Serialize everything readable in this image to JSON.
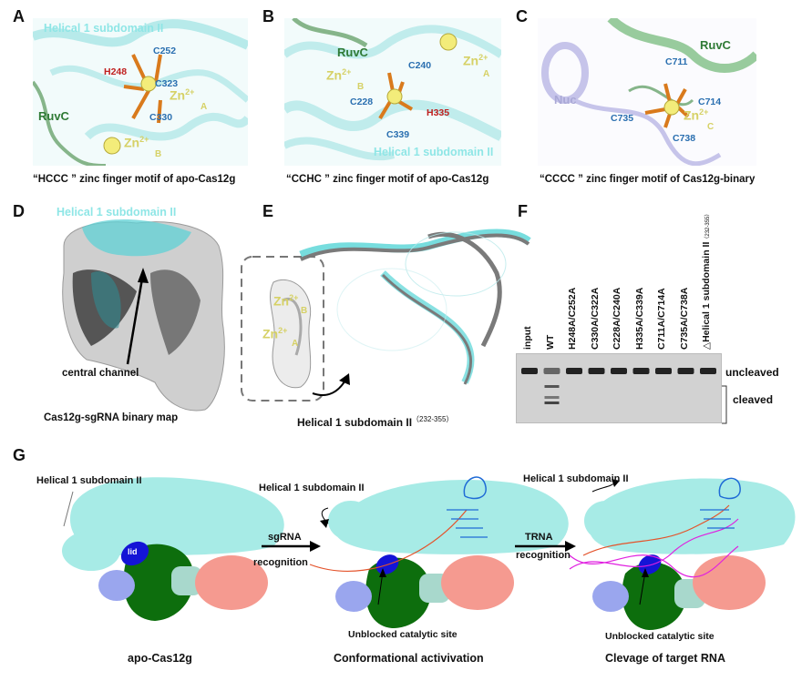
{
  "panels": {
    "A": {
      "letter": "A",
      "helical": "Helical 1 subdomain II",
      "ruvc": "RuvC",
      "residues": [
        "C252",
        "C323",
        "C330"
      ],
      "his": "H248",
      "zn_a": "Zn",
      "zn_a_charge": "2+",
      "zn_a_site": "A",
      "zn_b": "Zn",
      "zn_b_charge": "2+",
      "zn_b_site": "B",
      "caption": "“HCCC ” zinc finger motif of apo-Cas12g"
    },
    "B": {
      "letter": "B",
      "helical": "Helical 1 subdomain II",
      "ruvc": "RuvC",
      "residues": [
        "C240",
        "C228",
        "C339"
      ],
      "his": "H335",
      "zn_a": "Zn",
      "zn_a_charge": "2+",
      "zn_a_site": "A",
      "zn_b": "Zn",
      "zn_b_charge": "2+",
      "zn_b_site": "B",
      "caption": "“CCHC ” zinc finger motif of apo-Cas12g"
    },
    "C": {
      "letter": "C",
      "ruvc": "RuvC",
      "nuc": "Nuc",
      "residues": [
        "C711",
        "C714",
        "C735",
        "C738"
      ],
      "zn_c": "Zn",
      "zn_c_charge": "2+",
      "zn_c_site": "C",
      "caption": "“CCCC ” zinc finger motif of Cas12g-binary"
    },
    "D": {
      "letter": "D",
      "helical": "Helical 1 subdomain II",
      "channel": "central channel",
      "caption": "Cas12g-sgRNA binary map"
    },
    "E": {
      "letter": "E",
      "zn1": "Zn",
      "zn1_charge": "2+",
      "zn1_site": "B",
      "zn2": "Zn",
      "zn2_charge": "2+",
      "zn2_site": "A",
      "caption": "Helical 1 subdomain II",
      "caption_range": "（232-355）"
    },
    "F": {
      "letter": "F",
      "lanes": [
        "input",
        "WT",
        "H248A/C252A",
        "C330A/C322A",
        "C228A/C240A",
        "H335A/C339A",
        "C711A/C714A",
        "C735A/C738A",
        "△Helical 1 subdomain II"
      ],
      "deletion_range": "（232-355）",
      "uncleaved": "uncleaved",
      "cleaved": "cleaved"
    },
    "G": {
      "letter": "G",
      "helical_1": "Helical 1 subdomain II",
      "helical_2": "Helical 1 subdomain II",
      "helical_3": "Helical 1 subdomain II",
      "lid": "lid",
      "arrow1_top": "sgRNA",
      "arrow1_bottom": "recognition",
      "arrow2_top": "TRNA",
      "arrow2_bottom": "recognition",
      "site_1": "Unblocked catalytic site",
      "site_2": "Unblocked catalytic site",
      "state_1": "apo-Cas12g",
      "state_2": "Conformational activivation",
      "state_3": "Clevage of target RNA"
    }
  },
  "colors": {
    "helical": "#8fe6e6",
    "ruvc": "#2f7a35",
    "nuc": "#a9a8d6",
    "zinc": "#f3ec7a",
    "cys_label": "#2a6fb0",
    "his_label": "#c0201f",
    "sidechain": "#d97a1c",
    "lid": "#1414d6",
    "green_lobe": "#0d6e0d",
    "salmon": "#f59a90",
    "periwinkle": "#9aa6ee",
    "mint": "#a8d8cc"
  }
}
